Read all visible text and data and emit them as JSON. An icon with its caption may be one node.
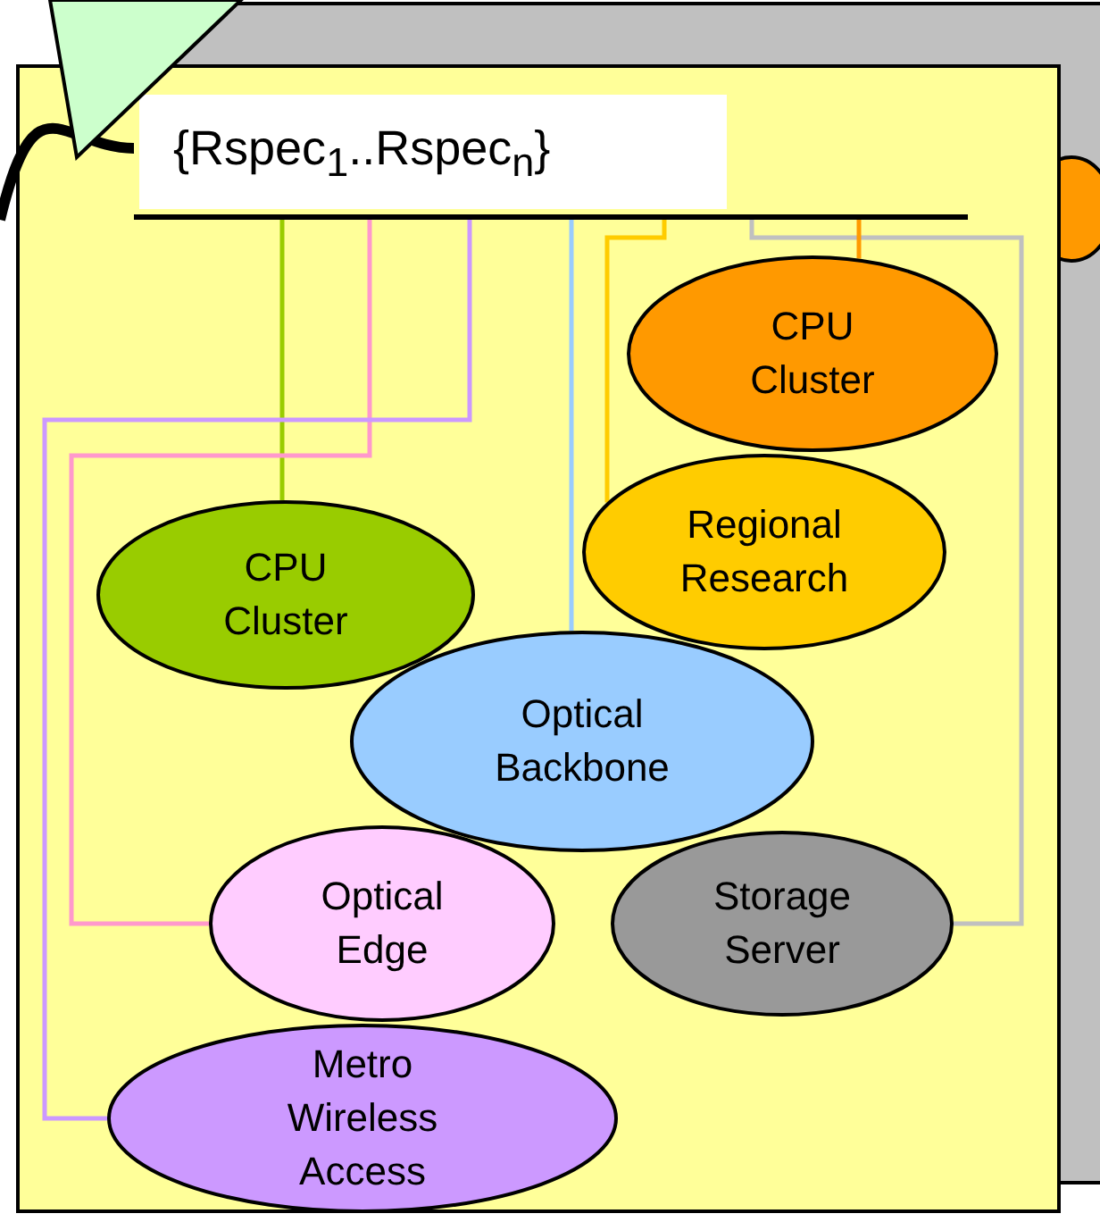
{
  "diagram": {
    "nodes": [
      {
        "text": [],
        "shape": "triangle"
      },
      {
        "text": [
          "{Rspec$_{1}$..Rspec$_{n}$}"
        ]
      },
      {
        "text": [],
        "shape": "ellipse"
      },
      {
        "text": [
          "CPU Cluster"
        ]
      },
      {
        "text": [
          "Regional Research"
        ]
      },
      {
        "text": [
          "CPU Cluster"
        ]
      },
      {
        "text": [
          "Optical Backbone"
        ]
      },
      {
        "text": [
          "Optical Edge"
        ]
      },
      {
        "text": [
          "Storage Server"
        ]
      },
      {
        "text": [
          "Metro Wireless Access"
        ]
      }
    ],
    "edges": [
      {
        "from": null,
        "to": 1,
        "arrow": "none",
        "style": "thick"
      },
      {
        "from": 1,
        "to": 5,
        "arrow": "none",
        "color": "#99cc00"
      },
      {
        "from": 1,
        "to": 7,
        "arrow": "none",
        "color": "#ff99cc"
      },
      {
        "from": 1,
        "to": 9,
        "arrow": "none",
        "color": "#cc99ff"
      },
      {
        "from": 1,
        "to": 6,
        "arrow": "none",
        "color": "#99ccff"
      },
      {
        "from": 1,
        "to": 4,
        "arrow": "none",
        "color": "#ffcc00"
      },
      {
        "from": 1,
        "to": 8,
        "arrow": "none",
        "color": "#c0c0c0"
      },
      {
        "from": 1,
        "to": 3,
        "arrow": "none",
        "color": "#ff9900"
      }
    ]
  }
}
